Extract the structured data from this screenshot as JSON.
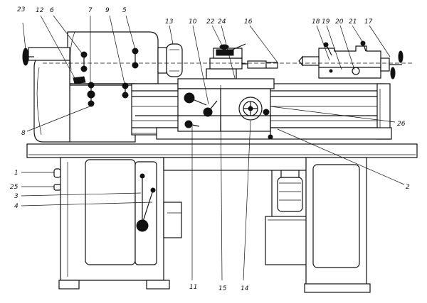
{
  "callouts": [
    "23",
    "12",
    "6",
    "7",
    "9",
    "5",
    "13",
    "10",
    "22",
    "24",
    "16",
    "18",
    "19",
    "20",
    "21",
    "17",
    "8",
    "26",
    "1",
    "25",
    "3",
    "4",
    "2",
    "11",
    "15",
    "14"
  ],
  "colors": {
    "ink": "#111111",
    "paper": "#ffffff",
    "hatch": "#666666"
  }
}
